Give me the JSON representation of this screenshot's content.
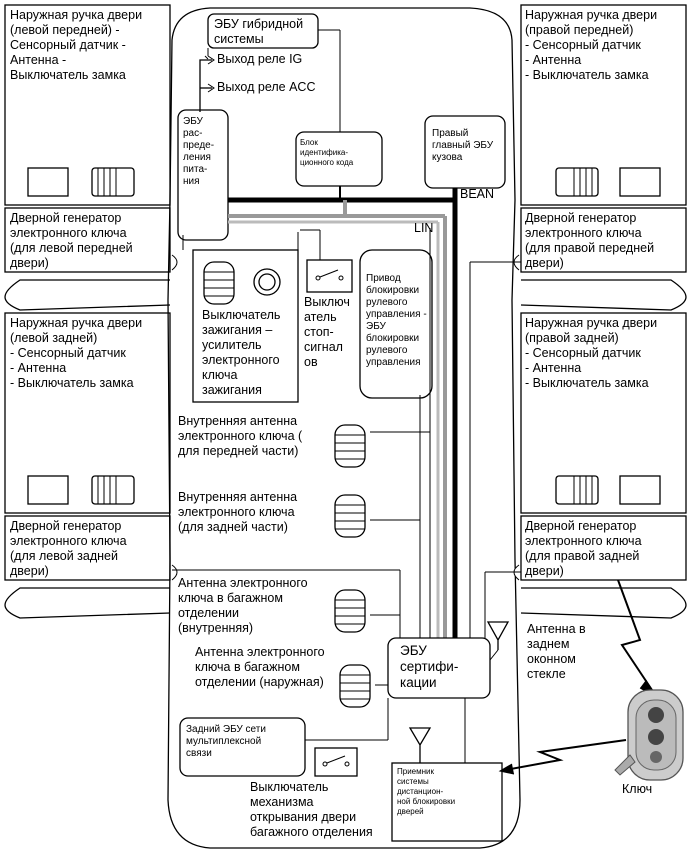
{
  "handle_front_left": "Наружная ручка двери\n(левой передней)    -\n Сенсорный датчик -\n Антенна  -\n Выключатель замка",
  "handle_front_right": "Наружная ручка двери\n(правой передней)\n- Сенсорный датчик\n- Антенна\n- Выключатель замка",
  "handle_rear_left": "Наружная ручка двери\n(левой задней)\n - Сенсорный датчик\n - Антенна\n - Выключатель замка",
  "handle_rear_right": "Наружная ручка двери\n(правой задней)\n- Сенсорный датчик\n - Антенна\n- Выключатель замка",
  "gen_front_left": "Дверной генератор\nэлектронного ключа\n(для левой передней\nдвери)",
  "gen_front_right": "Дверной генератор\nэлектронного ключа\n(для правой передней\nдвери)",
  "gen_rear_left": "Дверной генератор\nэлектронного ключа\n(для левой задней\nдвери)",
  "gen_rear_right": "Дверной генератор\nэлектронного ключа\n(для правой задней\nдвери)",
  "hybrid_ecu": "ЭБУ гибридной\nсистемы",
  "relay_ig": "Выход реле IG",
  "relay_acc": "Выход реле ACC",
  "power_ecu": "ЭБУ\nрас-\nпреде-\nления\nпита-\nния",
  "id_block": "Блок\nидентифика-\nционного кода",
  "body_ecu": "Правый\nглавный ЭБУ\nкузова",
  "bean": "BEAN",
  "lin": "LIN",
  "ignition_switch": "Выключатель\nзажигания –\nусилитель\nэлектронного\nключа\nзажигания",
  "stop_switch": "Выключ\nатель\nстоп-\nсигнал\nов",
  "steering_lock": "Привод\nблокировки\nрулевого\nуправления -\nЭБУ\nблокировки\nрулевого\nуправления",
  "ant_front": "Внутренняя антенна\nэлектронного ключа (\nдля передней части)",
  "ant_rear": "Внутренняя антенна\nэлектронного ключа\n(для задней части)",
  "ant_trunk_in": "Антенна электронного\nключа в багажном\nотделении\n(внутренняя)",
  "ant_trunk_out": "Антенна электронного\nключа в багажном\nотделении (наружная)",
  "cert_ecu": "ЭБУ\nсертифи-\nкации",
  "rear_window_ant": "Антенна в\nзаднем\nоконном\nстекле",
  "rear_mux_ecu": "Задний ЭБУ сети\nмультиплексной\nсвязи",
  "trunk_switch": "Выключатель\nмеханизма\nоткрывания двери\nбагажного отделения",
  "receiver": "Приемник\nсистемы\nдистанцион-\nной блокировки\nдверей",
  "key": "Ключ"
}
